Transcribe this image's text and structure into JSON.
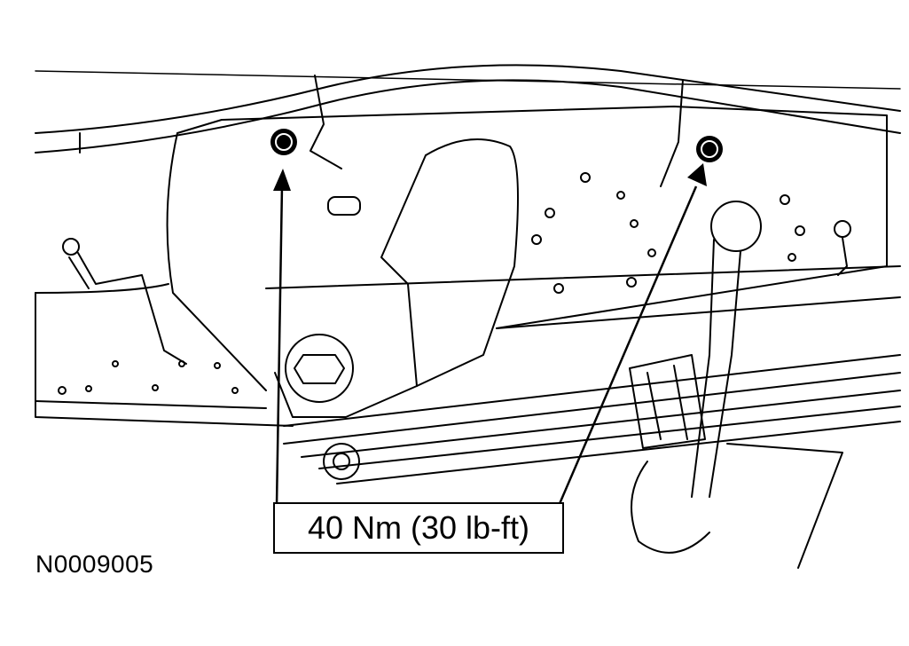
{
  "illustration": {
    "subject": "rear-suspension-frame-assembly",
    "style": "black-line-art",
    "colors": {
      "line": "#000000",
      "background": "#ffffff",
      "callout_border": "#000000"
    },
    "fastener_count": 2
  },
  "callout": {
    "torque_spec": "40 Nm (30 lb-ft)"
  },
  "figure": {
    "id": "N0009005"
  }
}
